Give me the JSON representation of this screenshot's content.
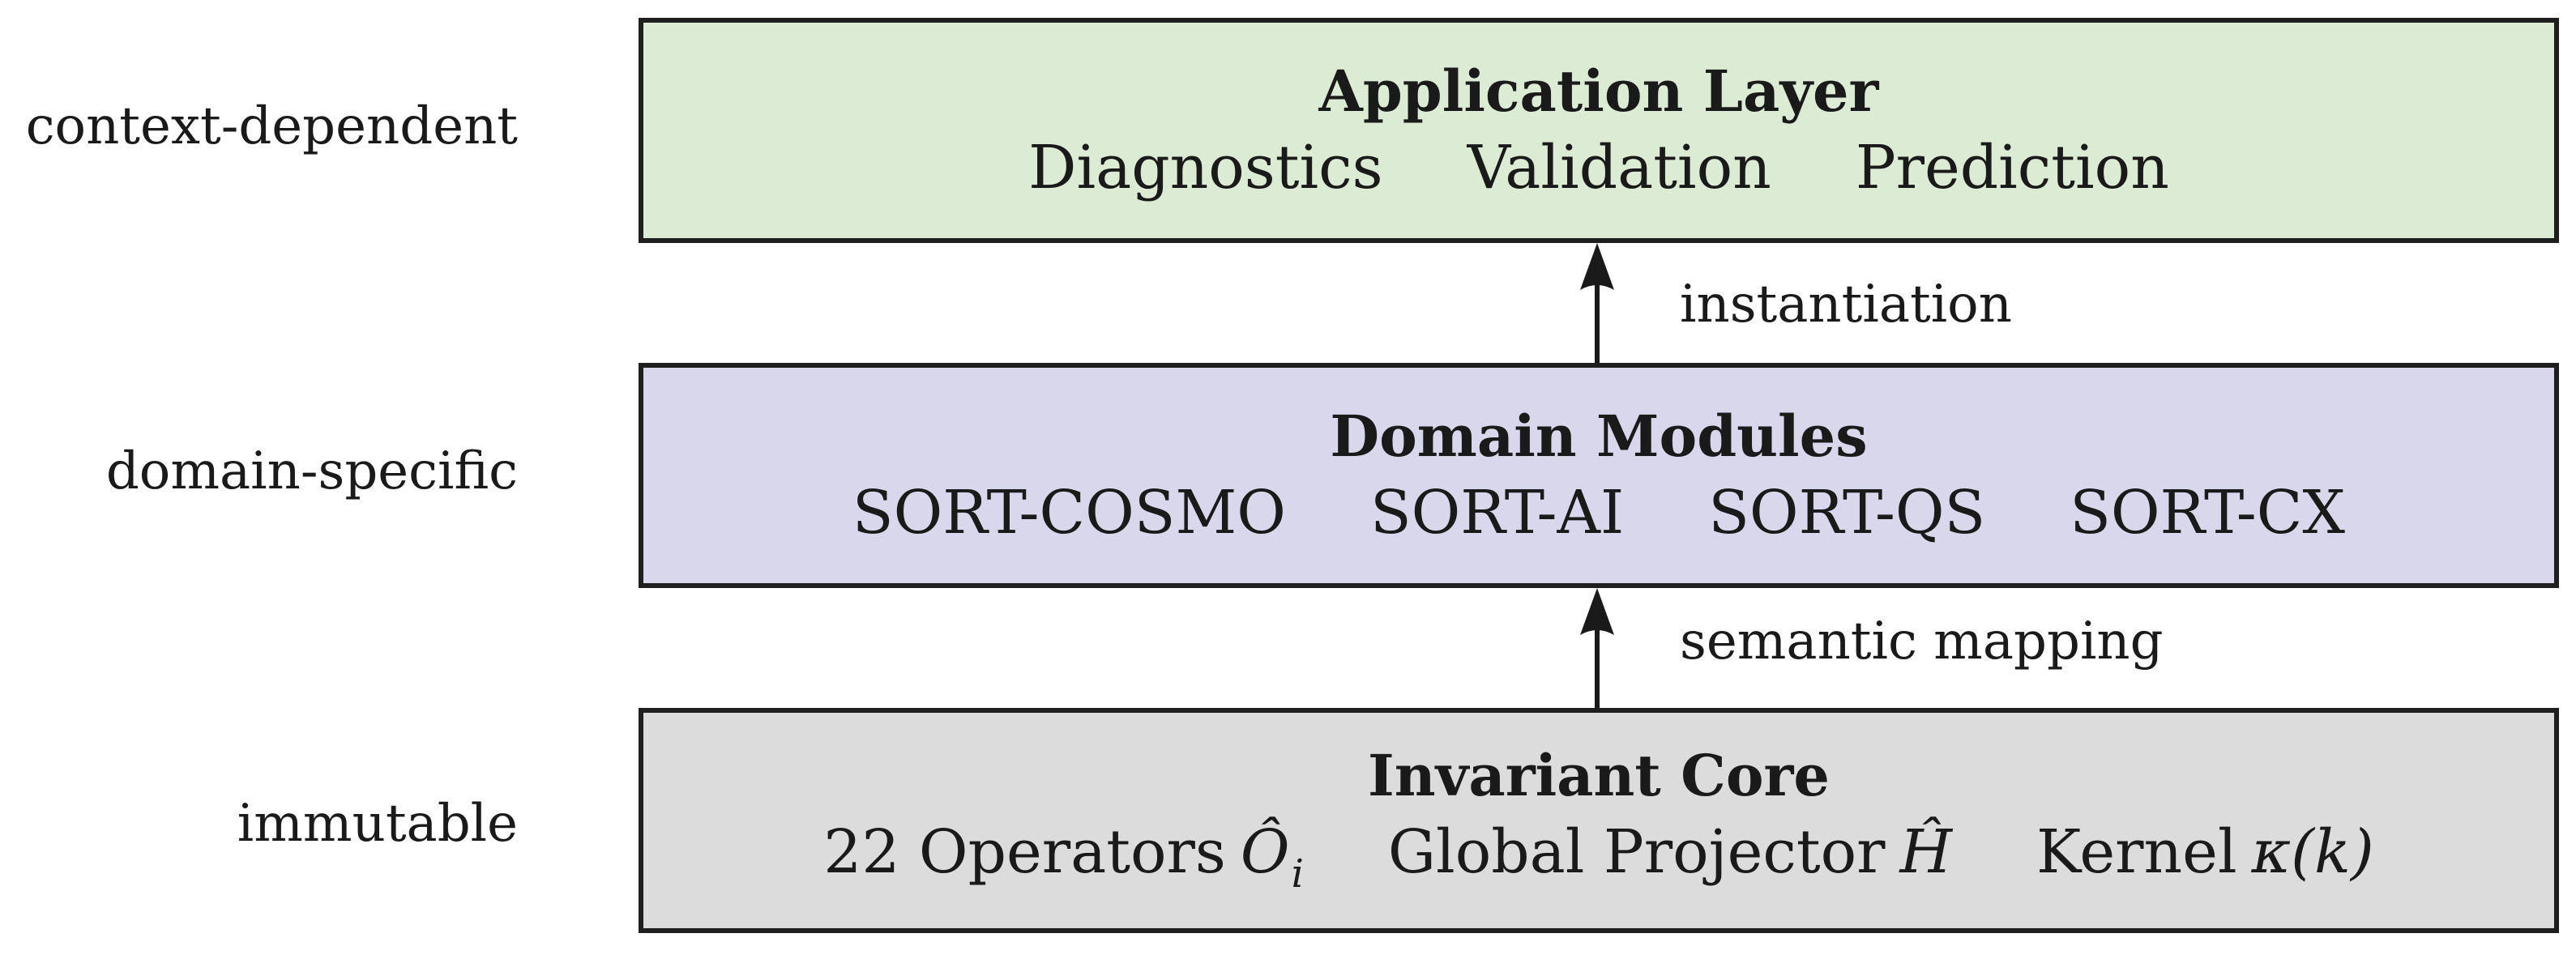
{
  "side_labels": {
    "top": "context-dependent",
    "middle": "domain-specific",
    "bottom": "immutable"
  },
  "layers": {
    "application": {
      "title": "Application Layer",
      "items": [
        "Diagnostics",
        "Validation",
        "Prediction"
      ],
      "fill": "#dcebd4"
    },
    "domain": {
      "title": "Domain Modules",
      "items": [
        "SORT-COSMO",
        "SORT-AI",
        "SORT-QS",
        "SORT-CX"
      ],
      "fill": "#d9d7ec"
    },
    "core": {
      "title": "Invariant Core",
      "items": [
        "22 Operators",
        "Global Projector",
        "Kernel"
      ],
      "symbols": {
        "operators": "Ô",
        "operators_sub": "i",
        "projector": "Ĥ",
        "kernel": "κ",
        "kernel_arg": "(k)"
      },
      "fill": "#dcdcdc"
    }
  },
  "arrows": {
    "upper_label": "instantiation",
    "lower_label": "semantic mapping"
  }
}
